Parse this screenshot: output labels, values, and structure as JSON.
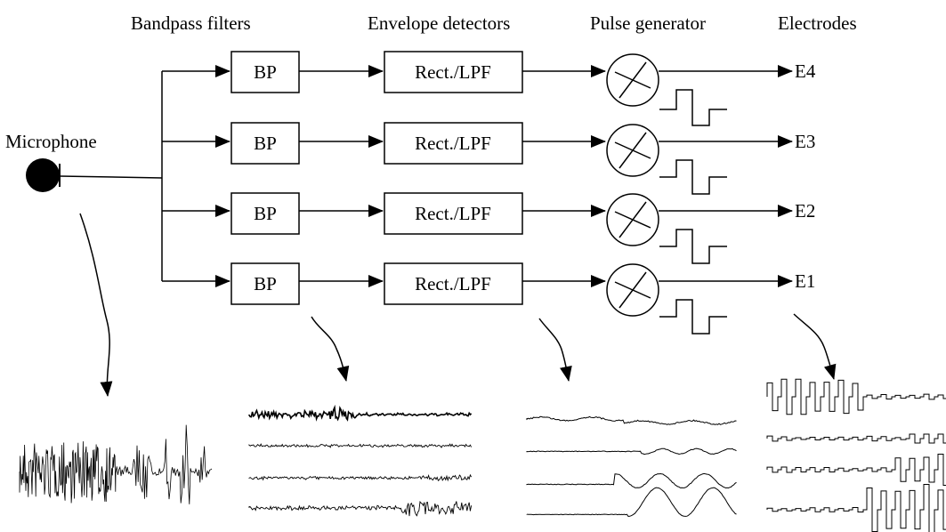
{
  "headers": {
    "bandpass": "Bandpass filters",
    "envelope": "Envelope detectors",
    "pulse": "Pulse generator",
    "electrodes": "Electrodes"
  },
  "microphone_label": "Microphone",
  "channels": [
    {
      "bp_label": "BP",
      "env_label": "Rect./LPF",
      "electrode_label": "E4"
    },
    {
      "bp_label": "BP",
      "env_label": "Rect./LPF",
      "electrode_label": "E3"
    },
    {
      "bp_label": "BP",
      "env_label": "Rect./LPF",
      "electrode_label": "E2"
    },
    {
      "bp_label": "BP",
      "env_label": "Rect./LPF",
      "electrode_label": "E1"
    }
  ],
  "colors": {
    "ink": "#000000",
    "background": "#ffffff"
  }
}
